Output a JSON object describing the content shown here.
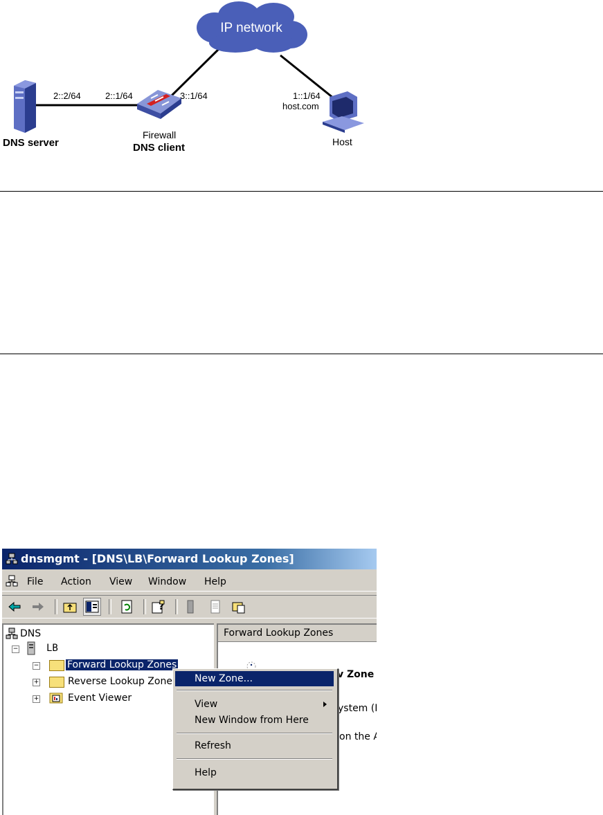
{
  "diagram": {
    "cloud_label": "IP network",
    "dns_server_port": "2::2/64",
    "firewall_left_port": "2::1/64",
    "firewall_right_port": "3::1/64",
    "host_port": "1::1/64",
    "host_name": "host.com",
    "dns_server_label": "DNS server",
    "firewall_label": "Firewall",
    "dns_client_label": "DNS client",
    "host_label": "Host"
  },
  "window": {
    "title": "dnsmgmt - [DNS\\LB\\Forward Lookup Zones]",
    "menu": [
      "File",
      "Action",
      "View",
      "Window",
      "Help"
    ],
    "tree": {
      "root": "DNS",
      "server": "LB",
      "items": [
        "Forward Lookup Zones",
        "Reverse Lookup Zones",
        "Event Viewer"
      ]
    },
    "right_pane": {
      "header": "Forward Lookup Zones",
      "partial_heading": "v Zone",
      "partial_line1": "ystem (D",
      "partial_line2": "on the A"
    },
    "context_menu": {
      "new_zone": "New Zone...",
      "view": "View",
      "new_window": "New Window from Here",
      "refresh": "Refresh",
      "help": "Help"
    }
  },
  "colors": {
    "cloud": "#4a5fb8",
    "titlebar": "#0a246a",
    "selection": "#0a246a",
    "chrome": "#d4d0c8"
  }
}
